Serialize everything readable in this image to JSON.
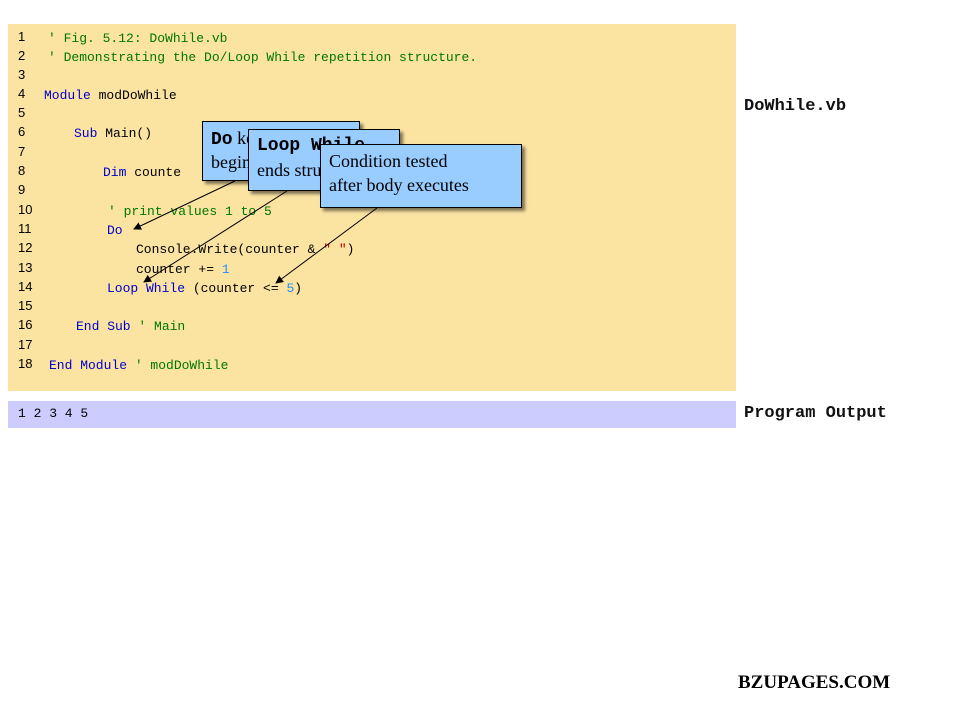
{
  "code_lines": [
    {
      "n": "1"
    },
    {
      "n": "2"
    },
    {
      "n": "3"
    },
    {
      "n": "4"
    },
    {
      "n": "5"
    },
    {
      "n": "6"
    },
    {
      "n": "7"
    },
    {
      "n": "8"
    },
    {
      "n": "9"
    },
    {
      "n": "10"
    },
    {
      "n": "11"
    },
    {
      "n": "12"
    },
    {
      "n": "13"
    },
    {
      "n": "14"
    },
    {
      "n": "15"
    },
    {
      "n": "16"
    },
    {
      "n": "17"
    },
    {
      "n": "18"
    }
  ],
  "code": {
    "l1": "' Fig. 5.12: DoWhile.vb",
    "l2": "' Demonstrating the Do/Loop While repetition structure.",
    "l4_kw": "Module",
    "l4_rest": " modDoWhile",
    "l6_kw": "Sub",
    "l6_rest": " Main()",
    "l8_kw": "Dim",
    "l8_rest": " counte",
    "l10": "' print values 1 to 5",
    "l11_kw": "Do",
    "l12_a": "Console.Write(counter & ",
    "l12_str": "\" \"",
    "l12_b": ")",
    "l13_a": "counter += ",
    "l13_num": "1",
    "l14_kw": "Loop While",
    "l14_a": " (counter <= ",
    "l14_num": "5",
    "l14_b": ")",
    "l16_kw": "End Sub",
    "l16_cm": " ' Main",
    "l18_kw": "End Module",
    "l18_cm": " ' modDoWhile"
  },
  "output": "1 2 3 4 5",
  "labels": {
    "filename": "DoWhile.vb",
    "program_output": "Program Output"
  },
  "callouts": {
    "do": {
      "kw": "Do",
      "l1_rest": " keyword",
      "l2": "begins structure"
    },
    "loop": {
      "kw": "Loop While",
      "l2": "ends structure"
    },
    "cond": {
      "l1": "Condition tested",
      "l2": "after body executes"
    }
  },
  "watermark": "BZUPAGES.COM",
  "colors": {
    "code_background": "#fbe3a2",
    "output_background": "#ccccff",
    "callout_fill": "#99ccff",
    "keyword": "#0000cc",
    "comment": "#007700",
    "number": "#1e90ff"
  }
}
